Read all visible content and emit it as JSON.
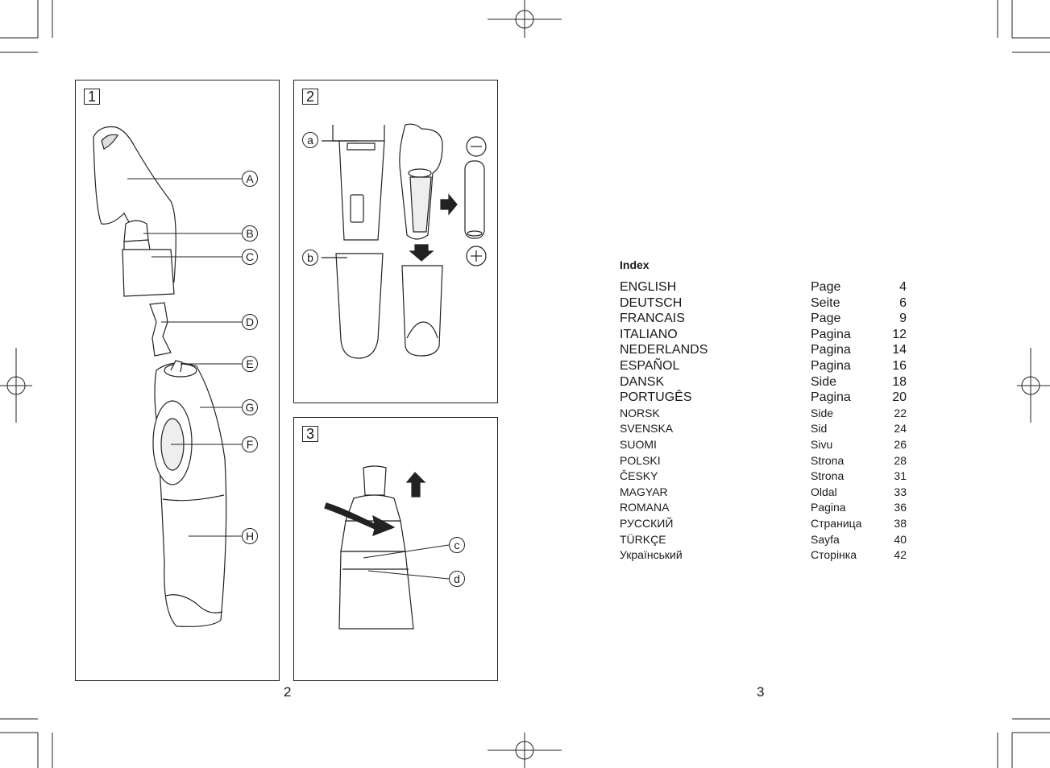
{
  "figures": [
    {
      "number": "1",
      "callouts": [
        "A",
        "B",
        "C",
        "D",
        "E",
        "G",
        "F",
        "H"
      ]
    },
    {
      "number": "2",
      "callouts": [
        "a",
        "b"
      ]
    },
    {
      "number": "3",
      "callouts": [
        "c",
        "d"
      ]
    }
  ],
  "page_numbers": {
    "left": "2",
    "right": "3"
  },
  "index": {
    "title": "Index",
    "rows": [
      {
        "lang": "ENGLISH",
        "word": "Page",
        "page": "4"
      },
      {
        "lang": "DEUTSCH",
        "word": "Seite",
        "page": "6"
      },
      {
        "lang": "FRANCAIS",
        "word": "Page",
        "page": "9"
      },
      {
        "lang": "ITALIANO",
        "word": "Pagina",
        "page": "12"
      },
      {
        "lang": "NEDERLANDS",
        "word": "Pagina",
        "page": "14"
      },
      {
        "lang": "ESPAÑOL",
        "word": "Pagina",
        "page": "16"
      },
      {
        "lang": "DANSK",
        "word": "Side",
        "page": "18"
      },
      {
        "lang": "PORTUGÊS",
        "word": "Pagina",
        "page": "20"
      },
      {
        "lang": "NORSK",
        "word": "Side",
        "page": "22"
      },
      {
        "lang": "SVENSKA",
        "word": "Sid",
        "page": "24"
      },
      {
        "lang": "SUOMI",
        "word": "Sivu",
        "page": "26"
      },
      {
        "lang": "POLSKI",
        "word": "Strona",
        "page": "28"
      },
      {
        "lang": "ČESKY",
        "word": "Strona",
        "page": "31"
      },
      {
        "lang": "MAGYAR",
        "word": "Oldal",
        "page": "33"
      },
      {
        "lang": "ROMANA",
        "word": "Pagina",
        "page": "36"
      },
      {
        "lang": "РУССКИЙ",
        "word": "Страница",
        "page": "38"
      },
      {
        "lang": "TÜRKÇE",
        "word": "Sayfa",
        "page": "40"
      },
      {
        "lang": "Український",
        "word": "Сторінка",
        "page": "42"
      }
    ]
  }
}
